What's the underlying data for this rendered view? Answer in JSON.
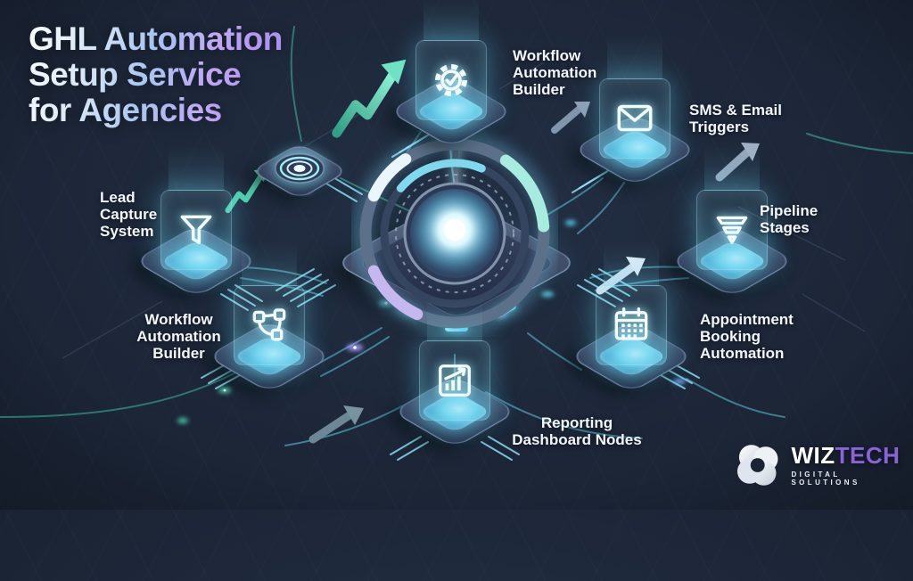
{
  "title": {
    "line1": "GHL Automation",
    "line2": "Setup Service",
    "line3": "for Agencies"
  },
  "nodes": [
    {
      "id": "workflow-automation-builder-top",
      "label": "Workflow Automation Builder",
      "icon": "gear-check-icon"
    },
    {
      "id": "sms-email-triggers",
      "label": "SMS & Email Triggers",
      "icon": "envelope-icon"
    },
    {
      "id": "pipeline-stages",
      "label": "Pipeline Stages",
      "icon": "pipeline-funnel-icon"
    },
    {
      "id": "lead-capture-system",
      "label": "Lead Capture System",
      "icon": "funnel-icon"
    },
    {
      "id": "workflow-automation-builder-bottom",
      "label": "Workflow Automation Builder",
      "icon": "workflow-nodes-icon"
    },
    {
      "id": "appointment-booking-automation",
      "label": "Appointment Booking Automation",
      "icon": "calendar-icon"
    },
    {
      "id": "reporting-dashboard-nodes",
      "label": "Reporting Dashboard Nodes",
      "icon": "bar-chart-icon"
    }
  ],
  "hub": {
    "icon": "central-hub-core-icon"
  },
  "decorations": {
    "icons": [
      "growth-zigzag-arrow-icon",
      "growth-arrow-icon",
      "lens-chip-icon",
      "circuit-lines",
      "glow-particles"
    ]
  },
  "logo": {
    "brand_primary": "WIZ",
    "brand_secondary": "TECH",
    "tagline": "DIGITAL SOLUTIONS",
    "icon": "knot-logo-icon"
  },
  "colors": {
    "background": "#1a2333",
    "accent_cyan": "#5fd9ef",
    "accent_teal": "#3fd8a8",
    "accent_purple": "#a98cf0",
    "label_text": "#f3f7fb",
    "logo_tech": "#8a63d8",
    "logo_wiz": "#ffffff"
  }
}
